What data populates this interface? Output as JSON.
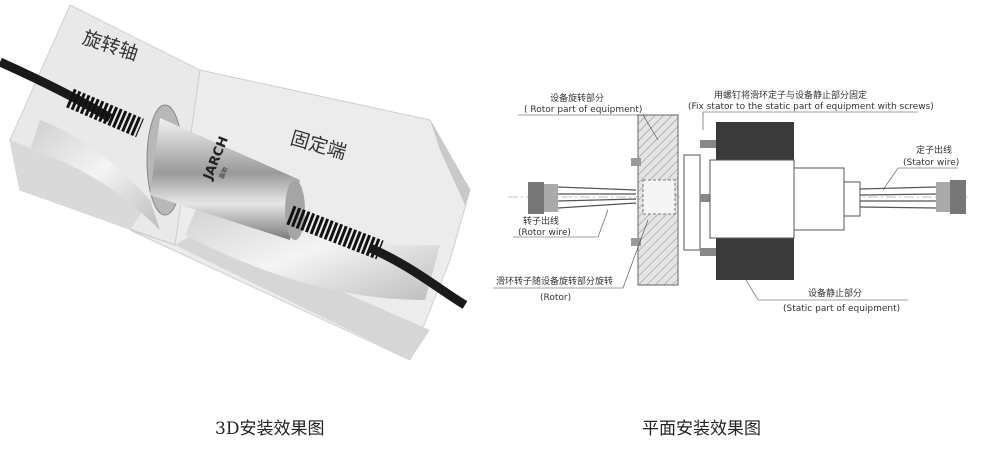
{
  "left": {
    "label_rotating_shaft": "旋转轴",
    "label_fixed_end": "固定端",
    "brand": "JARCH",
    "brand_sub": "嘉驰",
    "caption": "3D安装效果图"
  },
  "right": {
    "rotor_part_cn": "设备旋转部分",
    "rotor_part_en": "( Rotor part of equipment)",
    "fix_stator_cn": "用螺钉将滑环定子与设备静止部分固定",
    "fix_stator_en": "(Fix stator to the static part of equipment with screws)",
    "stator_wire_cn": "定子出线",
    "stator_wire_en": "(Stator wire)",
    "rotor_wire_cn": "转子出线",
    "rotor_wire_en": "(Rotor wire)",
    "rotor_cn": "滑环转子随设备旋转部分旋转",
    "rotor_en": "(Rotor)",
    "static_part_cn": "设备静止部分",
    "static_part_en": "(Static part of equipment)",
    "caption": "平面安装效果图"
  },
  "colors": {
    "bracket_light": "#eeeeee",
    "bracket_shadow": "#c8c8c8",
    "cable": "#1a1a1a",
    "static_block": "#3a3a3a",
    "hatch": "#8a8a8a"
  }
}
